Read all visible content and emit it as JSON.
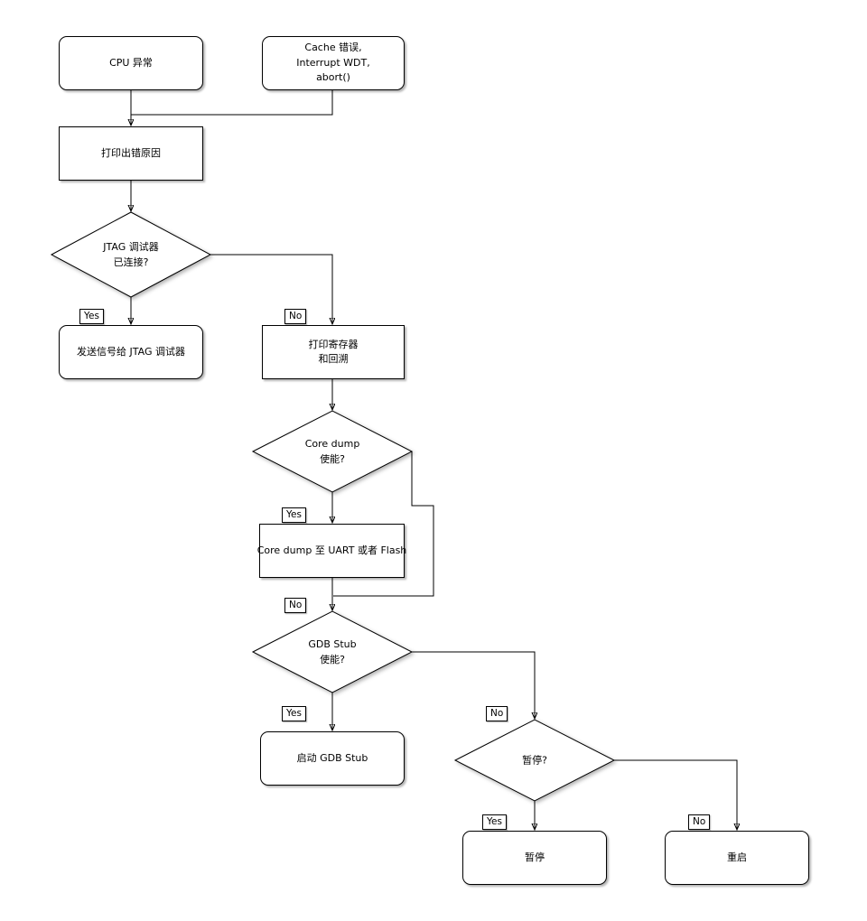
{
  "diagram": {
    "nodes": {
      "cpu_exception": {
        "label": "CPU 异常"
      },
      "cache_error": {
        "line1": "Cache 错误,",
        "line2": "Interrupt WDT,",
        "line3": "abort()"
      },
      "print_reason": {
        "label": "打印出错原因"
      },
      "jtag_connected": {
        "line1": "JTAG 调试器",
        "line2": "已连接?"
      },
      "send_signal": {
        "label": "发送信号给 JTAG 调试器"
      },
      "print_registers": {
        "line1": "打印寄存器",
        "line2": "和回溯"
      },
      "coredump_enabled": {
        "line1": "Core dump",
        "line2": "使能?"
      },
      "coredump_action": {
        "label": "Core dump 至 UART 或者 Flash"
      },
      "gdbstub_enabled": {
        "line1": "GDB Stub",
        "line2": "使能?"
      },
      "start_gdbstub": {
        "label": "启动 GDB Stub"
      },
      "halt_question": {
        "label": "暂停?"
      },
      "halt": {
        "label": "暂停"
      },
      "reboot": {
        "label": "重启"
      }
    },
    "edge_labels": {
      "yes": "Yes",
      "no": "No"
    },
    "colors": {
      "line": "#000000",
      "node_fill": "#ffffff",
      "background": "#ffffff"
    }
  }
}
